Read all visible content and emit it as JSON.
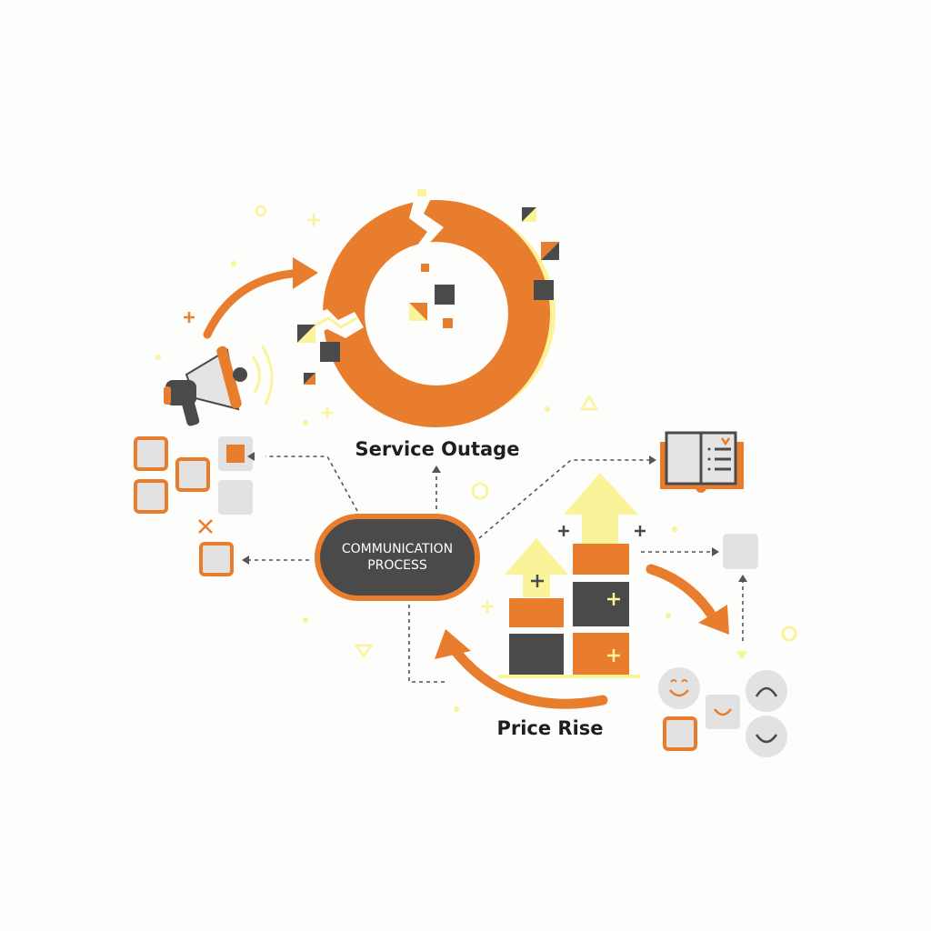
{
  "labels": {
    "service_outage": "Service Outage",
    "communication_process_line1": "COMMUNICATION",
    "communication_process_line2": "PROCESS",
    "price_rise": "Price Rise"
  },
  "colors": {
    "orange": "#e97d2e",
    "dark": "#4a4a4a",
    "yellow": "#fbf39a",
    "gray": "#e2e2e2"
  }
}
